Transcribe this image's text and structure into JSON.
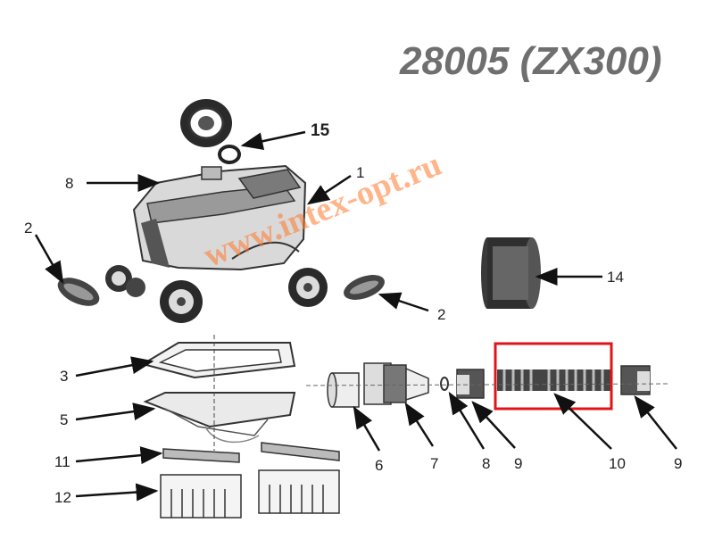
{
  "title": "28005 (ZX300)",
  "watermark": "www.intex-opt.ru",
  "highlight_color": "#e0151a",
  "labels": {
    "p1": "1",
    "p2a": "2",
    "p2b": "2",
    "p3": "3",
    "p5": "5",
    "p6": "6",
    "p7": "7",
    "p8a": "8",
    "p8b": "8",
    "p9a": "9",
    "p9b": "9",
    "p10": "10",
    "p11": "11",
    "p12": "12",
    "p14": "14",
    "p15": "15"
  }
}
